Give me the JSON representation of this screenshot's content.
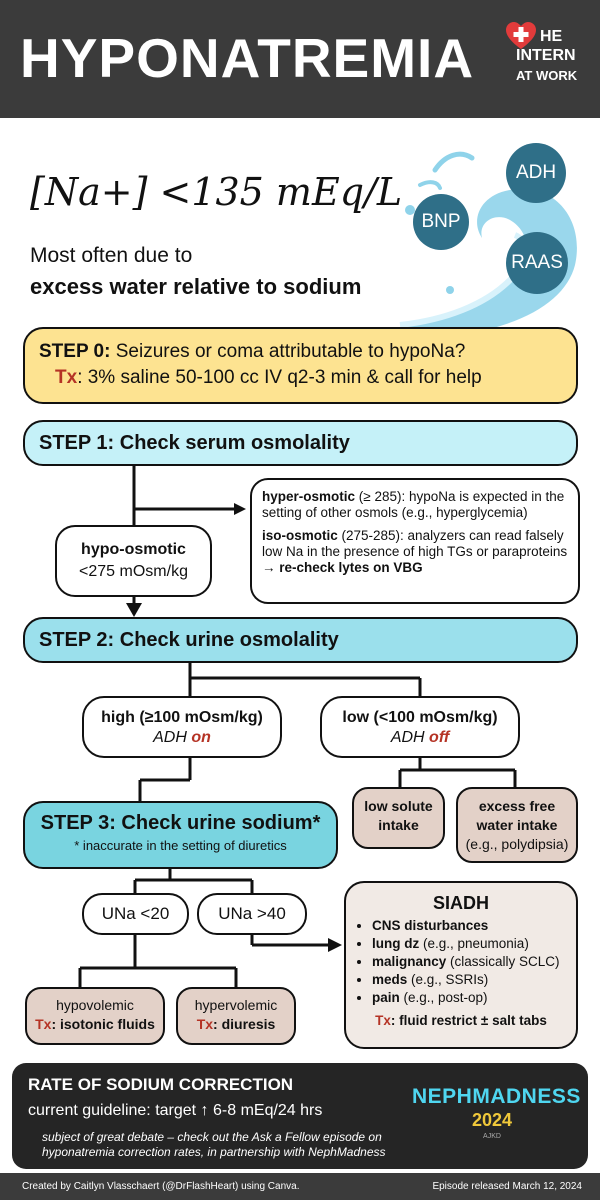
{
  "header": {
    "title": "HYPONATREMIA",
    "logo": {
      "line1": "HE",
      "line2": "INTERN",
      "line3": "AT WORK",
      "icon": "heart-cross-icon"
    }
  },
  "intro": {
    "formula": "[Na+] <135 mEq/L",
    "line1": "Most often due to",
    "line2": "excess water relative to sodium",
    "hormones": [
      "ADH",
      "BNP",
      "RAAS"
    ]
  },
  "step0": {
    "label": "STEP 0:",
    "text": " Seizures or coma attributable to hypoNa?",
    "tx_label": "Tx",
    "tx_text": ": 3% saline 50-100 cc IV q2-3 min & call for help"
  },
  "step1": {
    "text": "STEP 1: Check serum osmolality"
  },
  "hypo_osmotic": {
    "line1": "hypo-osmotic",
    "line2": "<275 mOsm/kg"
  },
  "osmol_box": {
    "hyper_label": "hyper-osmotic",
    "hyper_text": " (≥ 285): hypoNa is expected in the setting of other osmols (e.g., hyperglycemia)",
    "iso_label": "iso-osmotic",
    "iso_text": " (275-285): analyzers can read falsely low Na in the presence of high TGs or paraproteins → ",
    "iso_bold": "re-check lytes on VBG"
  },
  "step2": {
    "text": "STEP 2: Check urine osmolality"
  },
  "urine_high": {
    "line1": "high (≥100 mOsm/kg)",
    "adh": "ADH ",
    "state": "on"
  },
  "urine_low": {
    "line1": "low (<100 mOsm/kg)",
    "adh": "ADH ",
    "state": "off"
  },
  "low_solute": {
    "line1": "low solute",
    "line2": "intake"
  },
  "excess_water": {
    "line1": "excess free",
    "line2": "water intake",
    "line3": "(e.g., polydipsia)"
  },
  "step3": {
    "text": "STEP 3: Check urine sodium*",
    "note": "* inaccurate in the setting of diuretics"
  },
  "una_low": "UNa <20",
  "una_high": "UNa >40",
  "siadh": {
    "title": "SIADH",
    "items": [
      {
        "bold": "CNS disturbances",
        "rest": ""
      },
      {
        "bold": "lung dz",
        "rest": " (e.g., pneumonia)"
      },
      {
        "bold": "malignancy",
        "rest": " (classically SCLC)"
      },
      {
        "bold": "meds",
        "rest": " (e.g., SSRIs)"
      },
      {
        "bold": "pain",
        "rest": " (e.g., post-op)"
      }
    ],
    "tx_label": "Tx",
    "tx_text": ": fluid restrict ± salt tabs"
  },
  "hypovolemic": {
    "label": "hypovolemic",
    "tx_label": "Tx",
    "tx_text": ": isotonic fluids"
  },
  "hypervolemic": {
    "label": "hypervolemic",
    "tx_label": "Tx",
    "tx_text": ": diuresis"
  },
  "rate": {
    "title": "RATE OF SODIUM CORRECTION",
    "guideline_prefix": "current guideline: target ",
    "arrow": "↑",
    "guideline_value": " 6-8 mEq/24 hrs",
    "note": "subject of great debate – check out the Ask a Fellow episode on hyponatremia correction rates, in partnership with NephMadness",
    "logo": {
      "word": "NEPHMADNESS",
      "year": "2024",
      "sponsors": "AJKD"
    }
  },
  "footer": {
    "left": "Created by Caitlyn Vlasschaert (@DrFlashHeart) using Canva.",
    "right": "Episode released March 12, 2024"
  },
  "colors": {
    "header_bg": "#3b3b3b",
    "step0_bg": "#fde391",
    "step1_bg": "#c5f1f8",
    "step2_bg": "#9be0ec",
    "step3_bg": "#79d4e0",
    "outcome_bg": "#e3d1c8",
    "siadh_bg": "#f1eae5",
    "accent_red": "#b53325",
    "hormone_circle": "#2f6f88",
    "rate_bg": "#252525"
  }
}
